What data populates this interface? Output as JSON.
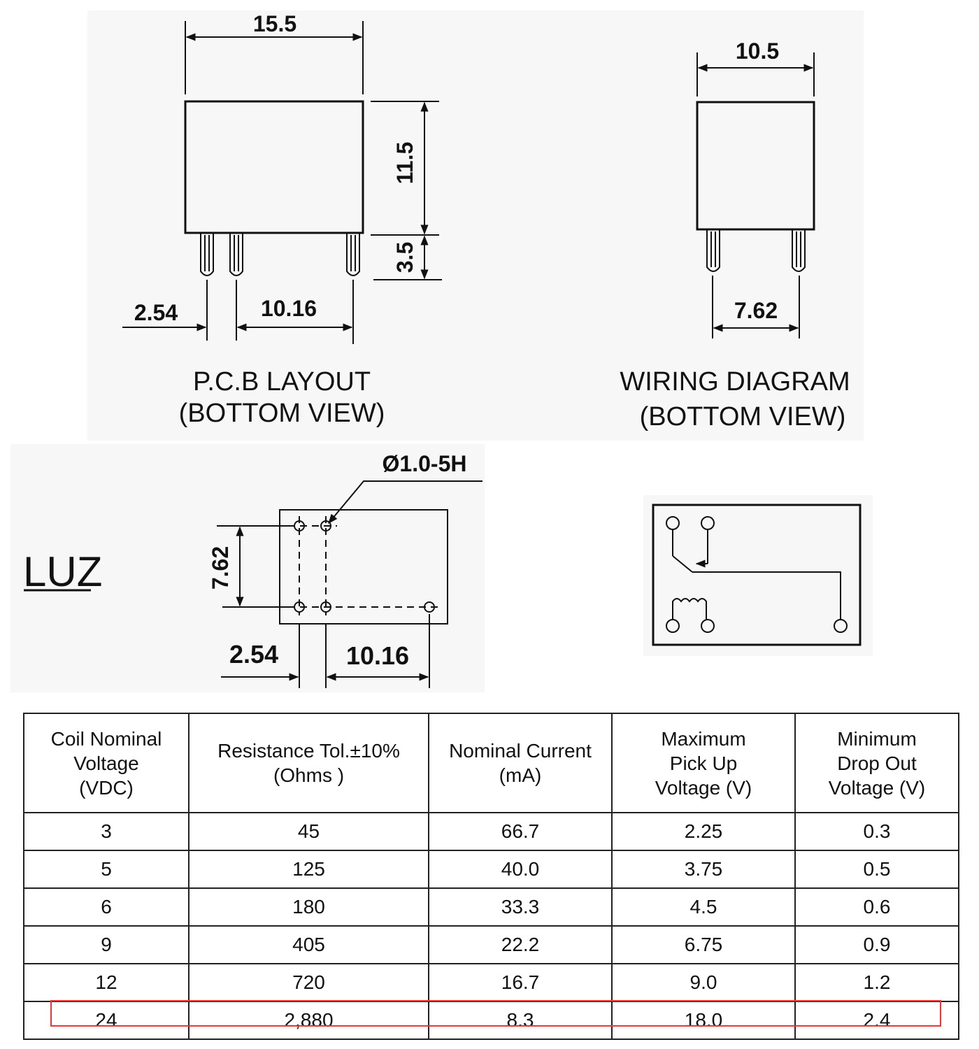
{
  "outline": {
    "width": "15.5",
    "height": "11.5",
    "pin_length": "3.5",
    "pin_offset": "2.54",
    "pin_span": "10.16",
    "title_line1": "P.C.B LAYOUT",
    "title_line2": "(BOTTOM VIEW)"
  },
  "side_view": {
    "width": "10.5",
    "pin_span": "7.62",
    "title_line1": "WIRING DIAGRAM",
    "title_line2": "(BOTTOM VIEW)"
  },
  "pcb_layout": {
    "model": "LUZ",
    "hole_spec": "Ø1.0-5H",
    "row_spacing": "7.62",
    "pin_offset": "2.54",
    "pin_span": "10.16"
  },
  "spec_table": {
    "headers": [
      [
        "Coil Nominal",
        "Voltage",
        "(VDC)"
      ],
      [
        "Resistance Tol.±10%",
        "(Ohms )"
      ],
      [
        "Nominal Current",
        "(mA)"
      ],
      [
        "Maximum",
        "Pick Up",
        "Voltage (V)"
      ],
      [
        "Minimum",
        "Drop Out",
        "Voltage (V)"
      ]
    ],
    "rows": [
      [
        "3",
        "45",
        "66.7",
        "2.25",
        "0.3"
      ],
      [
        "5",
        "125",
        "40.0",
        "3.75",
        "0.5"
      ],
      [
        "6",
        "180",
        "33.3",
        "4.5",
        "0.6"
      ],
      [
        "9",
        "405",
        "22.2",
        "6.75",
        "0.9"
      ],
      [
        "12",
        "720",
        "16.7",
        "9.0",
        "1.2"
      ],
      [
        "24",
        "2,880",
        "8.3",
        "18.0",
        "2.4"
      ]
    ],
    "highlighted_row": 5,
    "highlight_color": "#e53935"
  }
}
